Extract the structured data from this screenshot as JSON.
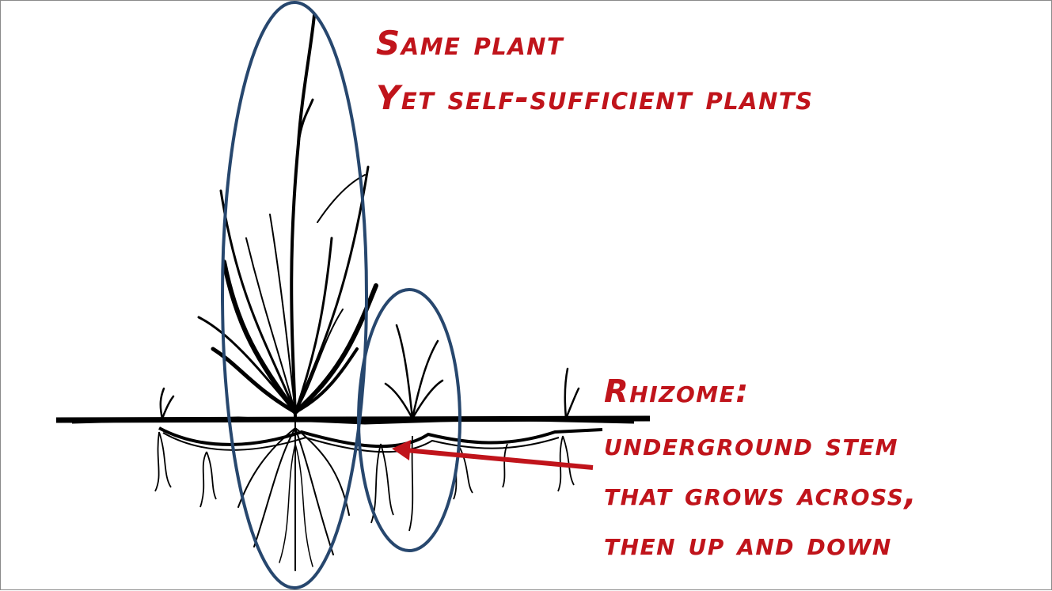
{
  "annotations": {
    "top": [
      "Same plant",
      "Yet self-sufficient plants"
    ],
    "rhizome": [
      "Rhizome:",
      "underground stem",
      "that grows across,",
      "then up and down"
    ]
  },
  "colors": {
    "annotation_text": "#c0141b",
    "arrow": "#c0141b",
    "ellipse_outline": "#27476e",
    "drawing": "#000000"
  },
  "icons": [
    "grass-plant-illustration",
    "ellipse-highlight",
    "arrow-pointer"
  ]
}
